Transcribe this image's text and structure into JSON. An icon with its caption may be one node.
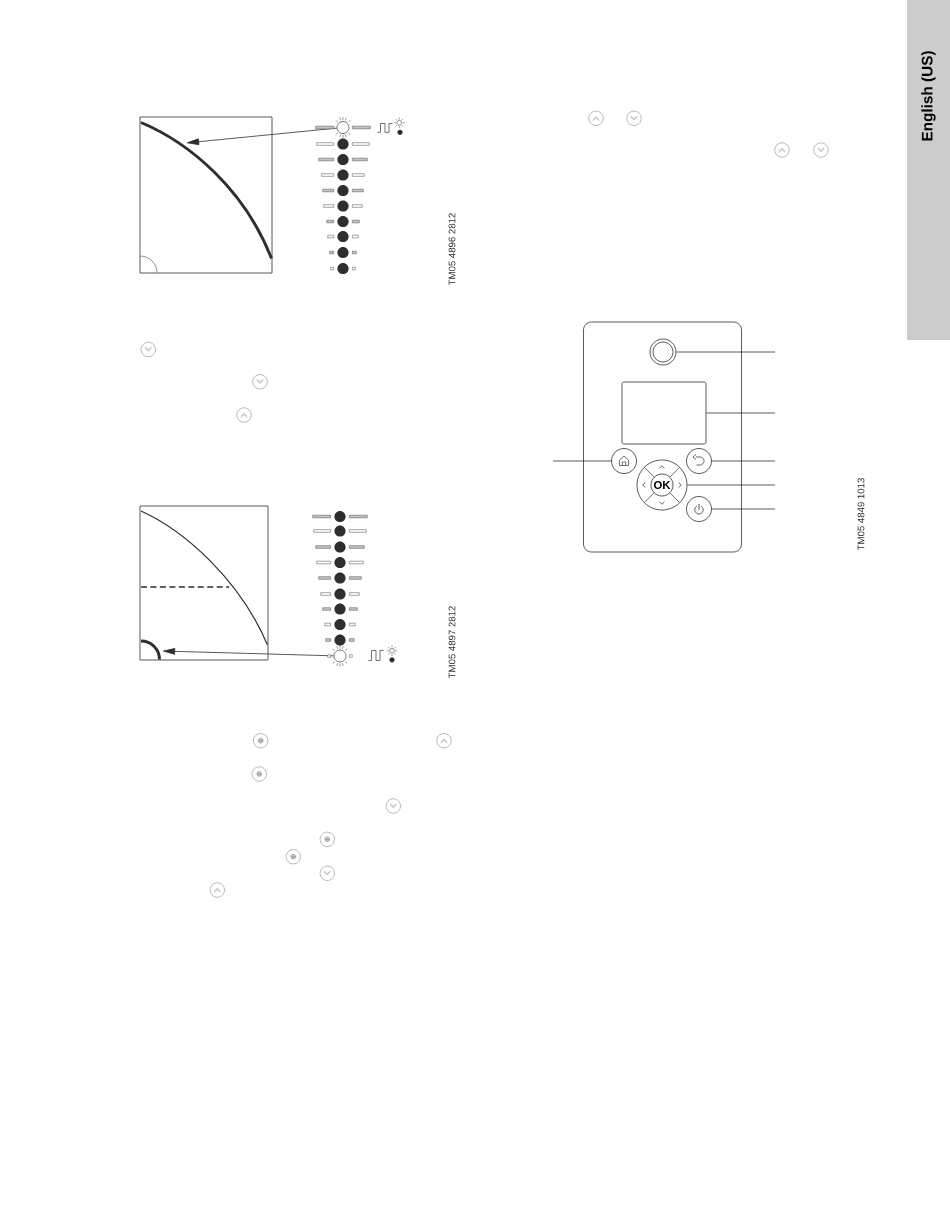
{
  "diagram": {
    "nodes": [
      {
        "text": [],
        "shape": "curve"
      },
      {
        "text": [],
        "shape": "circle"
      },
      {
        "text": [],
        "shape": "curve"
      },
      {
        "text": [],
        "shape": "circle"
      },
      {
        "text": [],
        "shape": "box"
      },
      {
        "text": [],
        "shape": "circle",
        "in": 4
      },
      {
        "text": [],
        "shape": "box",
        "in": 4
      },
      {
        "text": [],
        "shape": "circle",
        "in": 4
      },
      {
        "text": [],
        "shape": "circle",
        "in": 4
      },
      {
        "text": [
          "OK"
        ],
        "in": 4
      },
      {
        "text": [],
        "shape": "circle",
        "in": 4
      }
    ],
    "edges": [
      {
        "from": 1,
        "to": 0,
        "arrow": "to"
      },
      {
        "from": 3,
        "to": 2,
        "arrow": "to"
      },
      {
        "from": 5,
        "to": null,
        "arrow": "none"
      },
      {
        "from": 6,
        "to": null,
        "arrow": "none"
      },
      {
        "from": 7,
        "to": null,
        "arrow": "none"
      },
      {
        "from": 8,
        "to": null,
        "arrow": "none"
      },
      {
        "from": 9,
        "to": null,
        "arrow": "none"
      },
      {
        "from": 10,
        "to": null,
        "arrow": "none"
      }
    ],
    "labels": [
      "English (US)",
      "TM05 4896 2812",
      "TM05 4897 2812",
      "TM05 4849 1013"
    ]
  }
}
